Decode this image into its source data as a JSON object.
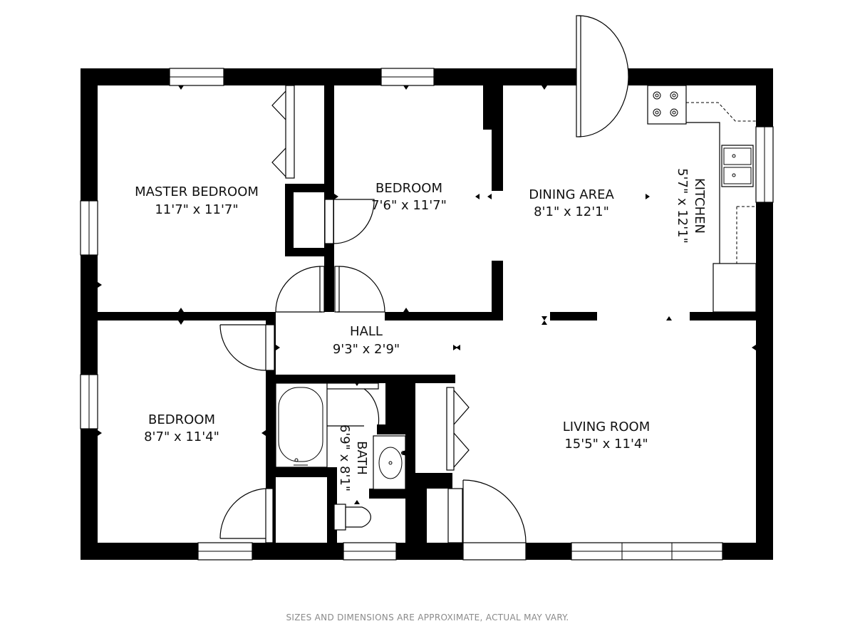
{
  "rooms": {
    "master_bedroom": {
      "name": "MASTER BEDROOM",
      "dimensions": "11'7\" x 11'7\""
    },
    "bedroom_top": {
      "name": "BEDROOM",
      "dimensions": "7'6\" x 11'7\""
    },
    "dining_area": {
      "name": "DINING AREA",
      "dimensions": "8'1\" x 12'1\""
    },
    "kitchen": {
      "name": "KITCHEN",
      "dimensions": "5'7\" x 12'1\""
    },
    "hall": {
      "name": "HALL",
      "dimensions": "9'3\" x 2'9\""
    },
    "bedroom_bottom": {
      "name": "BEDROOM",
      "dimensions": "8'7\" x 11'4\""
    },
    "bath": {
      "name": "BATH",
      "dimensions": "6'9\" x 8'1\""
    },
    "living_room": {
      "name": "LIVING ROOM",
      "dimensions": "15'5\" x 11'4\""
    }
  },
  "disclaimer": "SIZES AND DIMENSIONS ARE APPROXIMATE, ACTUAL MAY VARY."
}
